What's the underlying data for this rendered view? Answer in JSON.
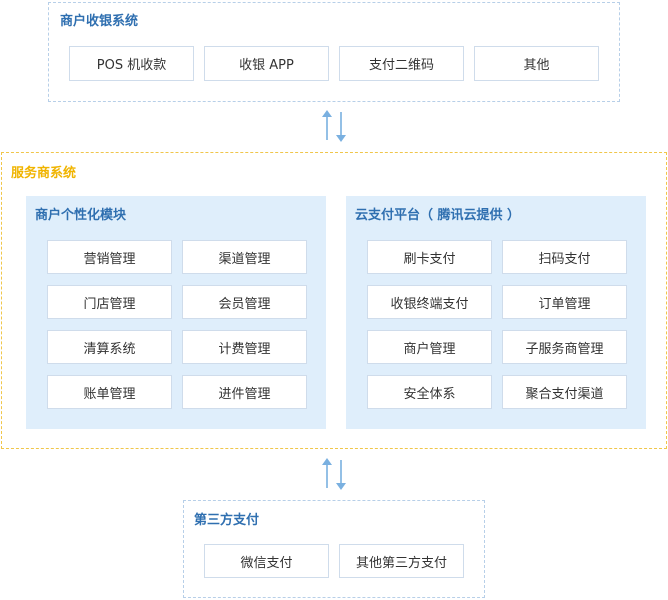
{
  "merchant_system": {
    "title": "商户收银系统",
    "items": [
      "POS 机收款",
      "收银 APP",
      "支付二维码",
      "其他"
    ]
  },
  "service_provider": {
    "title": "服务商系统",
    "personalization": {
      "title": "商户个性化模块",
      "items": [
        "营销管理",
        "渠道管理",
        "门店管理",
        "会员管理",
        "清算系统",
        "计费管理",
        "账单管理",
        "进件管理"
      ]
    },
    "cloud_payment": {
      "title": "云支付平台（ 腾讯云提供 ）",
      "items": [
        "刷卡支付",
        "扫码支付",
        "收银终端支付",
        "订单管理",
        "商户管理",
        "子服务商管理",
        "安全体系",
        "聚合支付渠道"
      ]
    }
  },
  "third_party": {
    "title": "第三方支付",
    "items": [
      "微信支付",
      "其他第三方支付"
    ]
  },
  "colors": {
    "blue_title": "#2f6fb0",
    "yellow_title": "#f0b400",
    "panel_bg": "#dfeefb",
    "arrow": "#7ab0e0"
  }
}
